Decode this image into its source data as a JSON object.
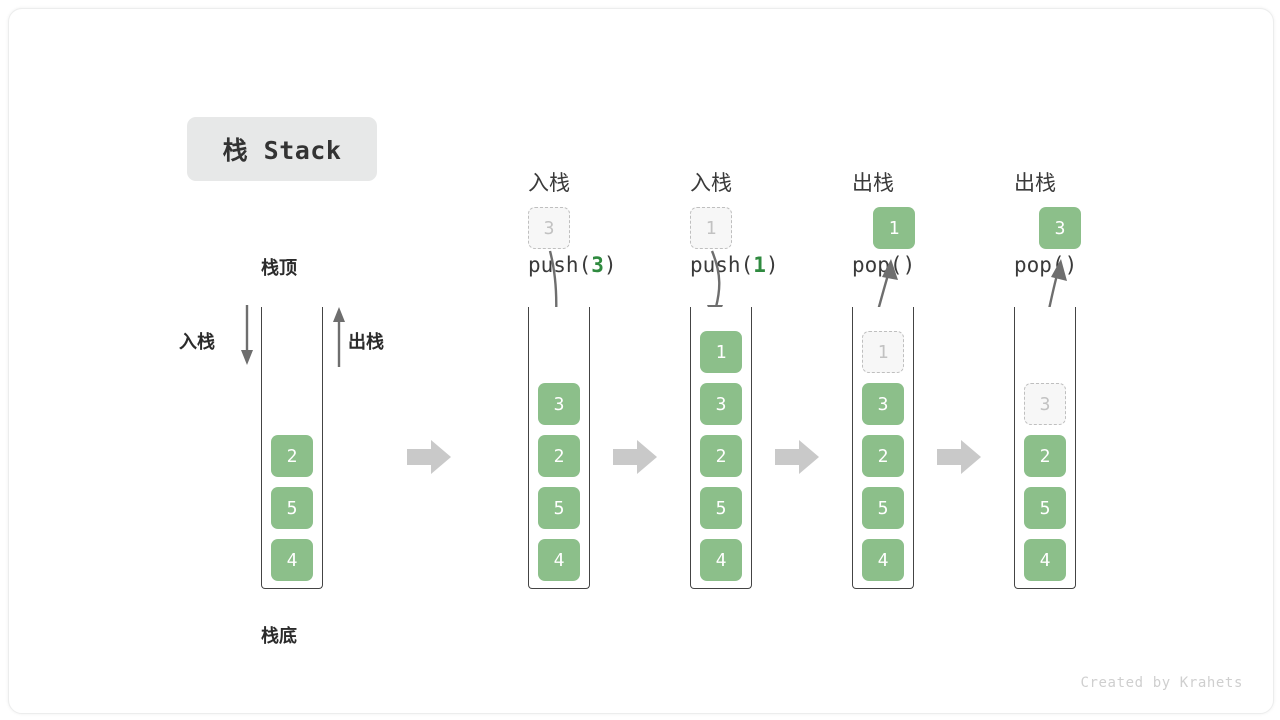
{
  "card": {
    "title_chip": "栈 Stack",
    "watermark": "Created by Krahets"
  },
  "main_stack": {
    "top_label": "栈顶",
    "bottom_label": "栈底",
    "push_label": "入栈",
    "pop_label": "出栈",
    "cells": [
      "2",
      "5",
      "4"
    ]
  },
  "colors": {
    "element_green": "#8cbf8a",
    "ghost_fill": "#f7f7f7",
    "ghost_border": "#bfbfbf",
    "ghost_text": "#c2c2c2",
    "arrow_gray": "#6e6e6e",
    "block_arrow": "#c9c9c9",
    "container_line": "#444444",
    "chip_bg": "#e7e8e8",
    "code_green": "#2f8a3f"
  },
  "steps": [
    {
      "cn": "入栈",
      "code_prefix": "push(",
      "code_arg": "3",
      "code_suffix": ")",
      "floating": {
        "value": "3",
        "style": "ghost",
        "position": "above"
      },
      "arrow": "down-into-stack",
      "stack": [
        {
          "value": "3",
          "style": "solid"
        },
        {
          "value": "2",
          "style": "solid"
        },
        {
          "value": "5",
          "style": "solid"
        },
        {
          "value": "4",
          "style": "solid"
        }
      ]
    },
    {
      "cn": "入栈",
      "code_prefix": "push(",
      "code_arg": "1",
      "code_suffix": ")",
      "floating": {
        "value": "1",
        "style": "ghost",
        "position": "above"
      },
      "arrow": "down-into-stack",
      "stack": [
        {
          "value": "1",
          "style": "solid"
        },
        {
          "value": "3",
          "style": "solid"
        },
        {
          "value": "2",
          "style": "solid"
        },
        {
          "value": "5",
          "style": "solid"
        },
        {
          "value": "4",
          "style": "solid"
        }
      ]
    },
    {
      "cn": "出栈",
      "code_prefix": "pop(",
      "code_arg": "",
      "code_suffix": ")",
      "floating": {
        "value": "1",
        "style": "solid",
        "position": "above"
      },
      "arrow": "up-out-of-stack",
      "stack": [
        {
          "value": "1",
          "style": "ghost"
        },
        {
          "value": "3",
          "style": "solid"
        },
        {
          "value": "2",
          "style": "solid"
        },
        {
          "value": "5",
          "style": "solid"
        },
        {
          "value": "4",
          "style": "solid"
        }
      ]
    },
    {
      "cn": "出栈",
      "code_prefix": "pop(",
      "code_arg": "",
      "code_suffix": ")",
      "floating": {
        "value": "3",
        "style": "solid",
        "position": "above"
      },
      "arrow": "up-out-of-stack",
      "stack": [
        {
          "value": "3",
          "style": "ghost"
        },
        {
          "value": "2",
          "style": "solid"
        },
        {
          "value": "5",
          "style": "solid"
        },
        {
          "value": "4",
          "style": "solid"
        }
      ]
    }
  ],
  "transitions": [
    "arrow-right",
    "arrow-right",
    "arrow-right",
    "arrow-right"
  ]
}
